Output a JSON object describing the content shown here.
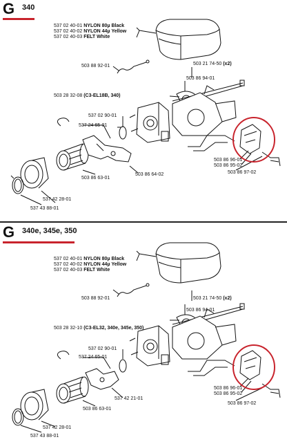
{
  "panels": [
    {
      "letter": "G",
      "model": "340",
      "filter_parts": [
        {
          "num": "537 02 40-01",
          "desc": "NYLON 80µ",
          "color": "Black"
        },
        {
          "num": "537 02 40-02",
          "desc": "NYLON 44µ",
          "color": "Yellow"
        },
        {
          "num": "537 02 40-03",
          "desc": "FELT",
          "color": "White"
        }
      ],
      "labels": {
        "rod": "503 88 92-01",
        "screw_x2_num": "503 21 74-50",
        "screw_x2_qty": "(x2)",
        "gasket": "503 86 94-01",
        "carb_num": "503 28 32-08",
        "carb_model": "(C3-EL18B, 340)",
        "hose": "537 02 90-01",
        "circlip": "537 24 65-01",
        "boot": "503 86 63-01",
        "bracket": "503 86 64-02",
        "flange": "537 42 28-01",
        "clamp": "537 43 88-01",
        "lever_a": "503 86 96-01",
        "lever_b": "503 86 95-02",
        "lever_c": "503 86 97-02"
      }
    },
    {
      "letter": "G",
      "model": "340e, 345e, 350",
      "filter_parts": [
        {
          "num": "537 02 40-01",
          "desc": "NYLON 80µ",
          "color": "Black"
        },
        {
          "num": "537 02 40-02",
          "desc": "NYLON 44µ",
          "color": "Yellow"
        },
        {
          "num": "537 02 40-03",
          "desc": "FELT",
          "color": "White"
        }
      ],
      "labels": {
        "rod": "503 88 92-01",
        "screw_x2_num": "503 21 74-50",
        "screw_x2_qty": "(x2)",
        "gasket": "503 86 94-01",
        "carb_num": "503 28 32-10",
        "carb_model": "(C3-EL32, 340e, 345e, 350)",
        "hose": "537 02 90-01",
        "circlip": "537 24 65-01",
        "boot": "503 86 63-01",
        "bracket": "537 42 21-01",
        "flange": "537 42 28-01",
        "clamp": "537 43 88-01",
        "lever_a": "503 86 96-01",
        "lever_b": "503 86 95-02",
        "lever_c": "503 86 97-02"
      }
    }
  ],
  "colors": {
    "accent": "#c8232c",
    "line": "#111111"
  }
}
